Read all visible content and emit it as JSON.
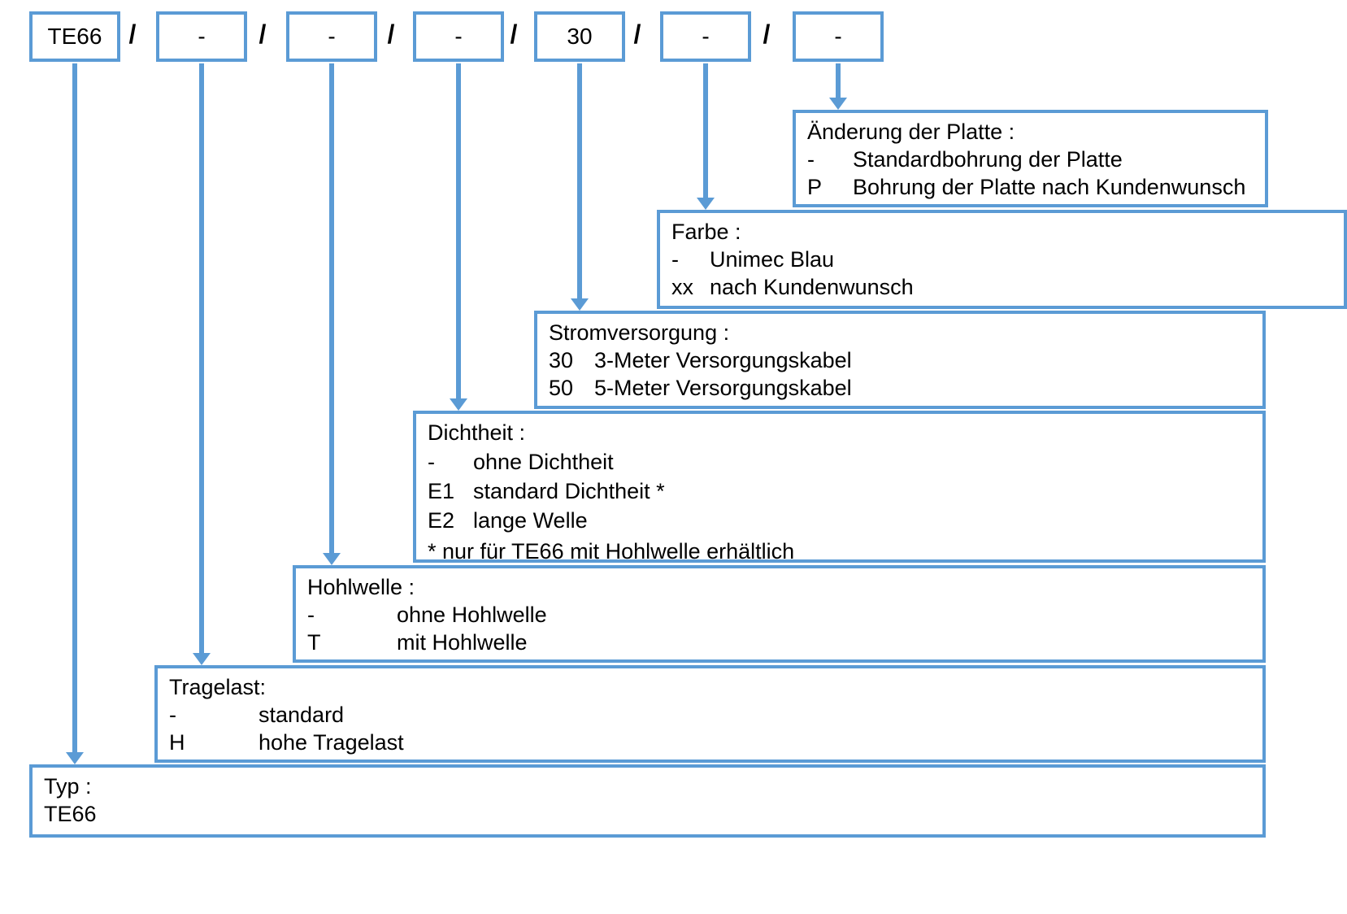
{
  "colors": {
    "accent": "#5B9BD5"
  },
  "separator": "/",
  "code_boxes": [
    {
      "id": "typ",
      "value": "TE66"
    },
    {
      "id": "tragelast",
      "value": "-"
    },
    {
      "id": "hohlwelle",
      "value": "-"
    },
    {
      "id": "dichtheit",
      "value": "-"
    },
    {
      "id": "stromversorgung",
      "value": "30"
    },
    {
      "id": "farbe",
      "value": "-"
    },
    {
      "id": "platte",
      "value": "-"
    }
  ],
  "detail_boxes": {
    "platte": {
      "title": "Änderung der Platte :",
      "rows": [
        {
          "code": "-",
          "text": "Standardbohrung der Platte"
        },
        {
          "code": "P",
          "text": "Bohrung der Platte nach Kundenwunsch"
        }
      ]
    },
    "farbe": {
      "title": "Farbe :",
      "rows": [
        {
          "code": "-",
          "text": "Unimec Blau"
        },
        {
          "code": "xx",
          "text": "nach Kundenwunsch"
        }
      ]
    },
    "stromversorgung": {
      "title": "Stromversorgung :",
      "rows": [
        {
          "code": "30",
          "text": "3-Meter Versorgungskabel"
        },
        {
          "code": "50",
          "text": "5-Meter Versorgungskabel"
        }
      ]
    },
    "dichtheit": {
      "title": "Dichtheit :",
      "rows": [
        {
          "code": "-",
          "text": "ohne Dichtheit"
        },
        {
          "code": "E1",
          "text": "standard Dichtheit *"
        },
        {
          "code": "E2",
          "text": "lange Welle"
        }
      ],
      "footnote": "* nur für TE66 mit Hohlwelle erhältlich"
    },
    "hohlwelle": {
      "title": "Hohlwelle :",
      "rows": [
        {
          "code": "-",
          "text": "ohne Hohlwelle"
        },
        {
          "code": "T",
          "text": "mit Hohlwelle"
        }
      ]
    },
    "tragelast": {
      "title": "Tragelast:",
      "rows": [
        {
          "code": "-",
          "text": "standard"
        },
        {
          "code": "H",
          "text": "hohe Tragelast"
        }
      ]
    },
    "typ": {
      "title": "Typ :",
      "rows": [
        {
          "text": "TE66"
        }
      ]
    }
  }
}
